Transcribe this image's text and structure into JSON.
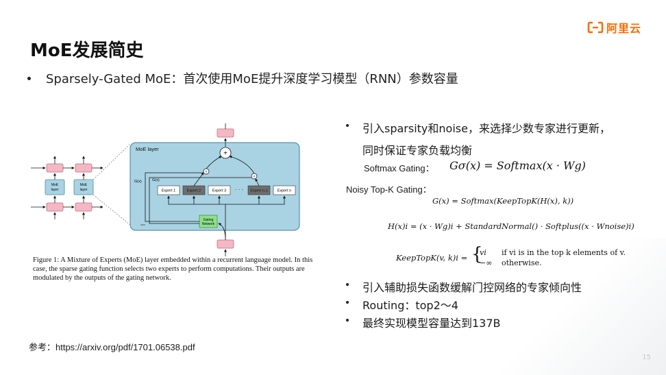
{
  "brand": {
    "logo_text": "阿里云",
    "accent": "#ff6a00"
  },
  "slide": {
    "title": "MoE发展简史",
    "subtitle": "Sparsely-Gated MoE：首次使用MoE提升深度学习模型（RNN）参数容量",
    "page_number": "15"
  },
  "figure": {
    "moe_layer_label": "MoE layer",
    "moe_block_label": "MoE layer",
    "gx_label": "G(x)",
    "experts": [
      "Expert 1",
      "Expert 2",
      "Expert 3",
      "Expert n-1",
      "Expert n"
    ],
    "ellipsis": "· · ·",
    "gating_label_1": "Gating",
    "gating_label_2": "Network",
    "plus": "+",
    "times": "×",
    "caption_lines": [
      "Figure 1: A Mixture of Experts (MoE) layer embedded within a recurrent language model. In this",
      "case, the sparse gating function selects two experts to perform computations. Their outputs are",
      "modulated by the outputs of the gating network."
    ],
    "colors": {
      "panel": "#a9d3e3",
      "pink": "#f4b7c4",
      "green": "#8ee08a",
      "dark_expert": "#6e6e6e"
    }
  },
  "right": {
    "bullet1_line1": "引入sparsity和noise，来选择少数专家进行更新，",
    "bullet1_line2": "同时保证专家负载均衡",
    "softmax_label": "Softmax Gating：",
    "softmax_formula": "Gσ(x) = Softmax(x · Wg)",
    "noisy_label": "Noisy Top-K Gating：",
    "formula_g": "G(x) = Softmax(KeepTopK(H(x), k))",
    "formula_h": "H(x)i = (x · Wg)i + StandardNormal() · Softplus((x · Wnoise)i)",
    "formula_keep_lhs": "KeepTopK(v, k)i =",
    "keep_case1_val": "vi",
    "keep_case1_cond": "if vi is in the top k elements of v.",
    "keep_case2_val": "−∞",
    "keep_case2_cond": "otherwise.",
    "bullet2": "引入辅助损失函数缓解门控网络的专家倾向性",
    "bullet3": "Routing：top2～4",
    "bullet4": "最终实现模型容量达到137B"
  },
  "reference": "参考：https://arxiv.org/pdf/1701.06538.pdf"
}
